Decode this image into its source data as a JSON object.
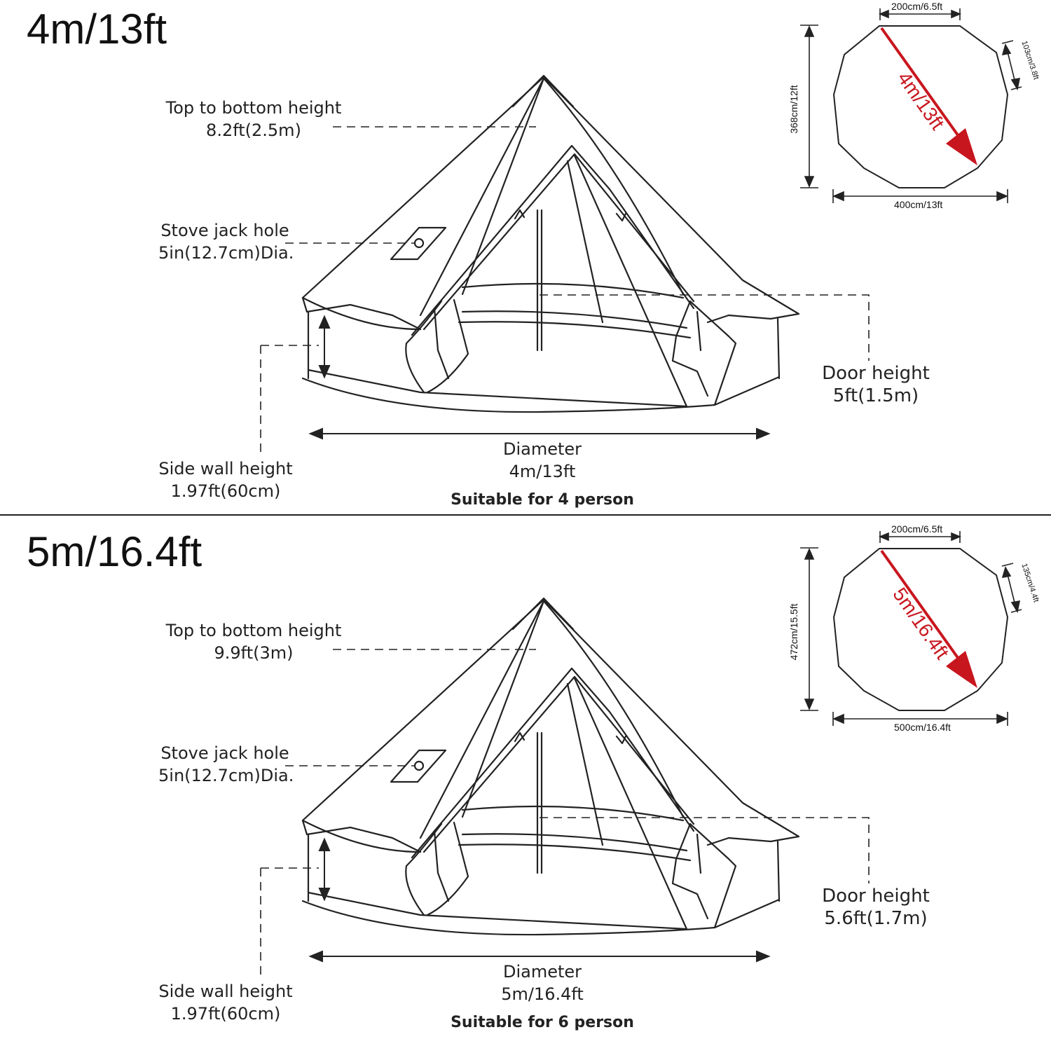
{
  "accent_color": "#c8161e",
  "panels": [
    {
      "size_title": "4m/13ft",
      "top_height_label": "Top to bottom height",
      "top_height_value": "8.2ft(2.5m)",
      "stove_label": "Stove jack hole",
      "stove_value": "5in(12.7cm)Dia.",
      "door_label": "Door height",
      "door_value": "5ft(1.5m)",
      "side_label": "Side wall height",
      "side_value": "1.97ft(60cm)",
      "diameter_label": "Diameter",
      "diameter_value": "4m/13ft",
      "suitable": "Suitable for 4 person",
      "plan_top": "200cm/6.5ft",
      "plan_side": "103cm/3.8ft",
      "plan_height": "368cm/12ft",
      "plan_width": "400cm/13ft",
      "plan_diag": "4m/13ft"
    },
    {
      "size_title": "5m/16.4ft",
      "top_height_label": "Top to bottom height",
      "top_height_value": "9.9ft(3m)",
      "stove_label": "Stove jack hole",
      "stove_value": "5in(12.7cm)Dia.",
      "door_label": "Door height",
      "door_value": "5.6ft(1.7m)",
      "side_label": "Side wall height",
      "side_value": "1.97ft(60cm)",
      "diameter_label": "Diameter",
      "diameter_value": "5m/16.4ft",
      "suitable": "Suitable for 6 person",
      "plan_top": "200cm/6.5ft",
      "plan_side": "135cm/4.4ft",
      "plan_height": "472cm/15.5ft",
      "plan_width": "500cm/16.4ft",
      "plan_diag": "5m/16.4ft"
    }
  ]
}
